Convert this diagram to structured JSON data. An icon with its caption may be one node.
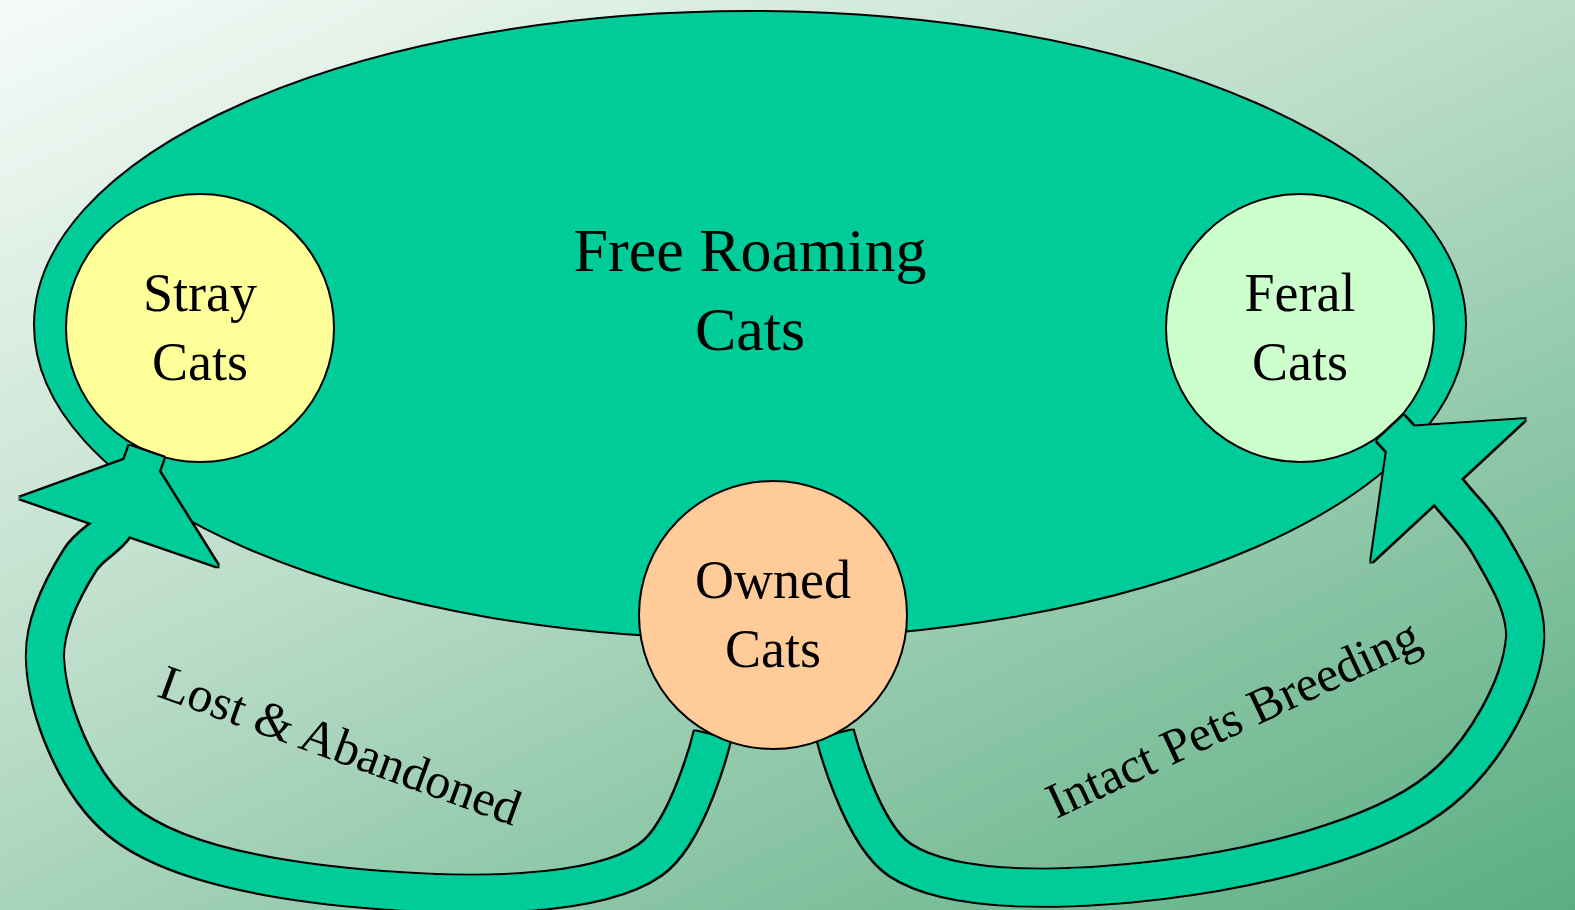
{
  "diagram": {
    "nodes": [
      {
        "text": [
          "Free Roaming Cats"
        ]
      },
      {
        "text": [
          "Stray Cats"
        ],
        "in": 0
      },
      {
        "text": [
          "Feral Cats"
        ],
        "in": 0
      },
      {
        "text": [
          "Owned Cats"
        ]
      }
    ],
    "edges": [
      {
        "from": 3,
        "to": 1,
        "arrow": "to",
        "label": "Lost & Abandoned"
      },
      {
        "from": 3,
        "to": 2,
        "arrow": "to",
        "label": "Intact Pets Breeding"
      }
    ]
  }
}
